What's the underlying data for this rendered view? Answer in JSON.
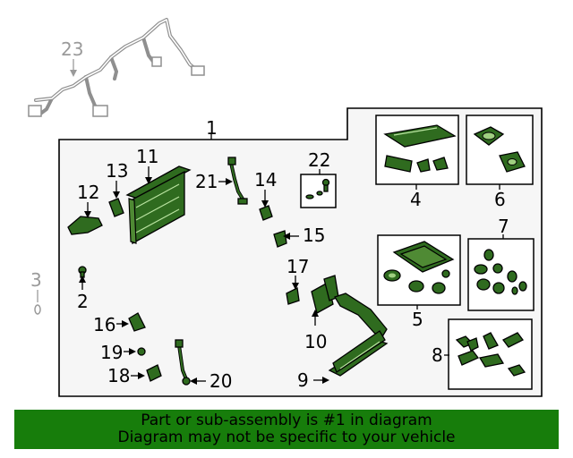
{
  "callouts": {
    "c1": "1",
    "c2": "2",
    "c3": "3",
    "c4": "4",
    "c5": "5",
    "c6": "6",
    "c7": "7",
    "c8": "8",
    "c9": "9",
    "c10": "10",
    "c11": "11",
    "c12": "12",
    "c13": "13",
    "c14": "14",
    "c15": "15",
    "c16": "16",
    "c17": "17",
    "c18": "18",
    "c19": "19",
    "c20": "20",
    "c21": "21",
    "c22": "22",
    "c23": "23"
  },
  "notice": {
    "line1": "Part or sub-assembly is #1 in diagram",
    "line2": "Diagram may not be specific to your vehicle"
  },
  "colors": {
    "banner": "#177d0b",
    "part_fill": "#2f6b1f",
    "inactive_label": "#9a9a9a"
  }
}
